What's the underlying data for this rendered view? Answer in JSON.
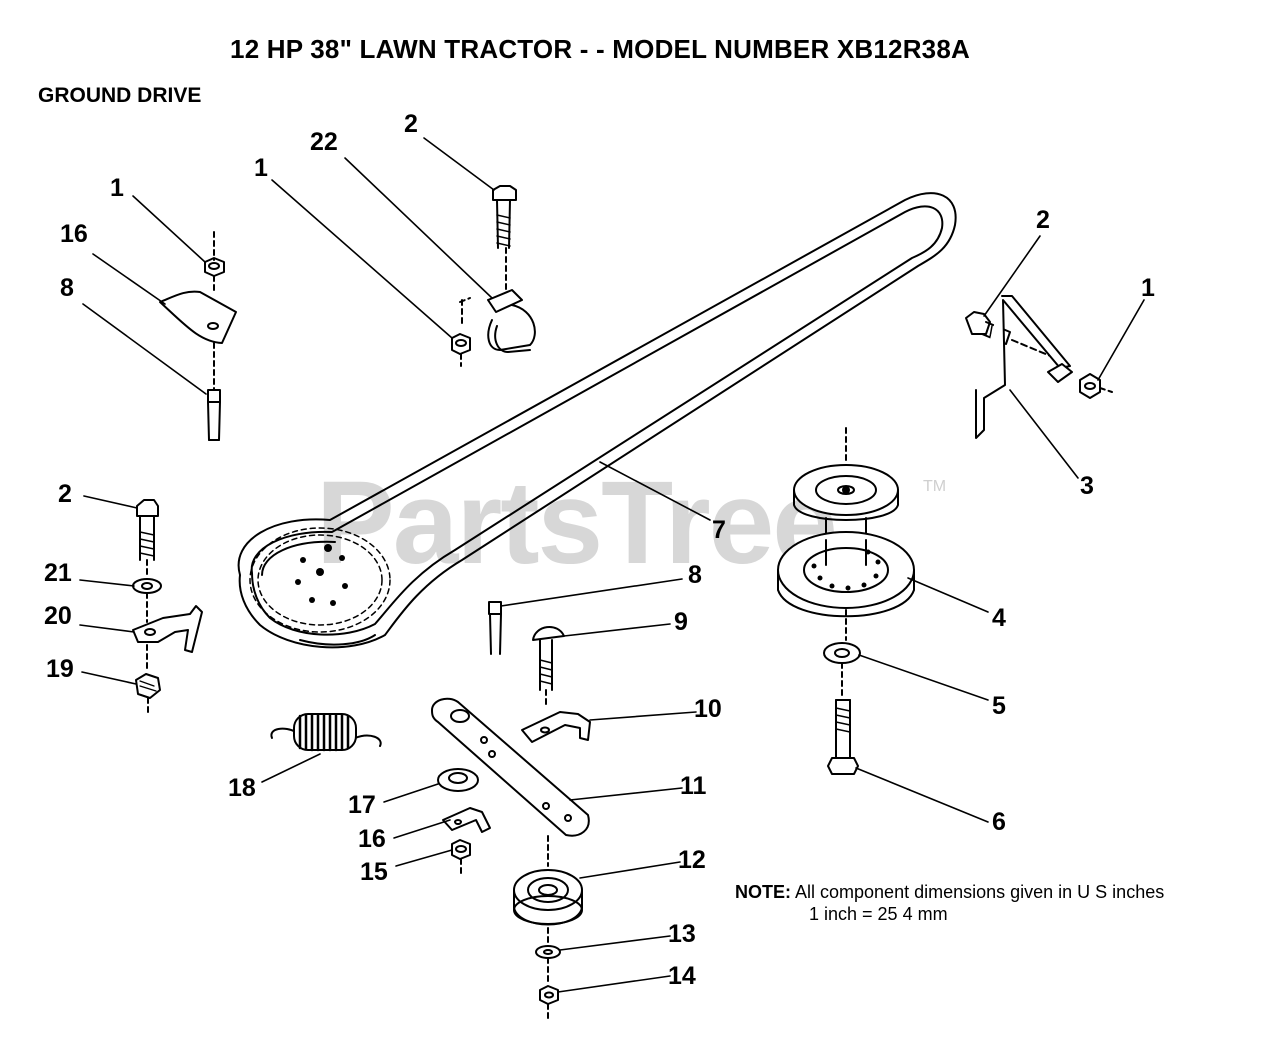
{
  "title": "12 HP 38\" LAWN TRACTOR - - MODEL NUMBER XB12R38A",
  "subtitle": "GROUND DRIVE",
  "watermark": {
    "text": "PartsTree",
    "tm": "TM"
  },
  "note": {
    "label": "NOTE:",
    "line1": "All component dimensions given in U S  inches",
    "line2": "1 inch = 25 4 mm"
  },
  "callouts": [
    {
      "id": "c01",
      "label": "1"
    },
    {
      "id": "c02",
      "label": "16"
    },
    {
      "id": "c03",
      "label": "8"
    },
    {
      "id": "c04",
      "label": "1"
    },
    {
      "id": "c05",
      "label": "22"
    },
    {
      "id": "c06",
      "label": "2"
    },
    {
      "id": "c07",
      "label": "2"
    },
    {
      "id": "c08",
      "label": "1"
    },
    {
      "id": "c09",
      "label": "3"
    },
    {
      "id": "c10",
      "label": "7"
    },
    {
      "id": "c11",
      "label": "2"
    },
    {
      "id": "c12",
      "label": "21"
    },
    {
      "id": "c13",
      "label": "20"
    },
    {
      "id": "c14",
      "label": "19"
    },
    {
      "id": "c15",
      "label": "8"
    },
    {
      "id": "c16",
      "label": "9"
    },
    {
      "id": "c17",
      "label": "4"
    },
    {
      "id": "c18",
      "label": "5"
    },
    {
      "id": "c19",
      "label": "10"
    },
    {
      "id": "c20",
      "label": "18"
    },
    {
      "id": "c21",
      "label": "11"
    },
    {
      "id": "c22",
      "label": "17"
    },
    {
      "id": "c23",
      "label": "16"
    },
    {
      "id": "c24",
      "label": "15"
    },
    {
      "id": "c25",
      "label": "6"
    },
    {
      "id": "c26",
      "label": "12"
    },
    {
      "id": "c27",
      "label": "13"
    },
    {
      "id": "c28",
      "label": "14"
    }
  ],
  "colors": {
    "ink": "#000000",
    "watermark": "#d7d7d7",
    "background": "#ffffff"
  }
}
